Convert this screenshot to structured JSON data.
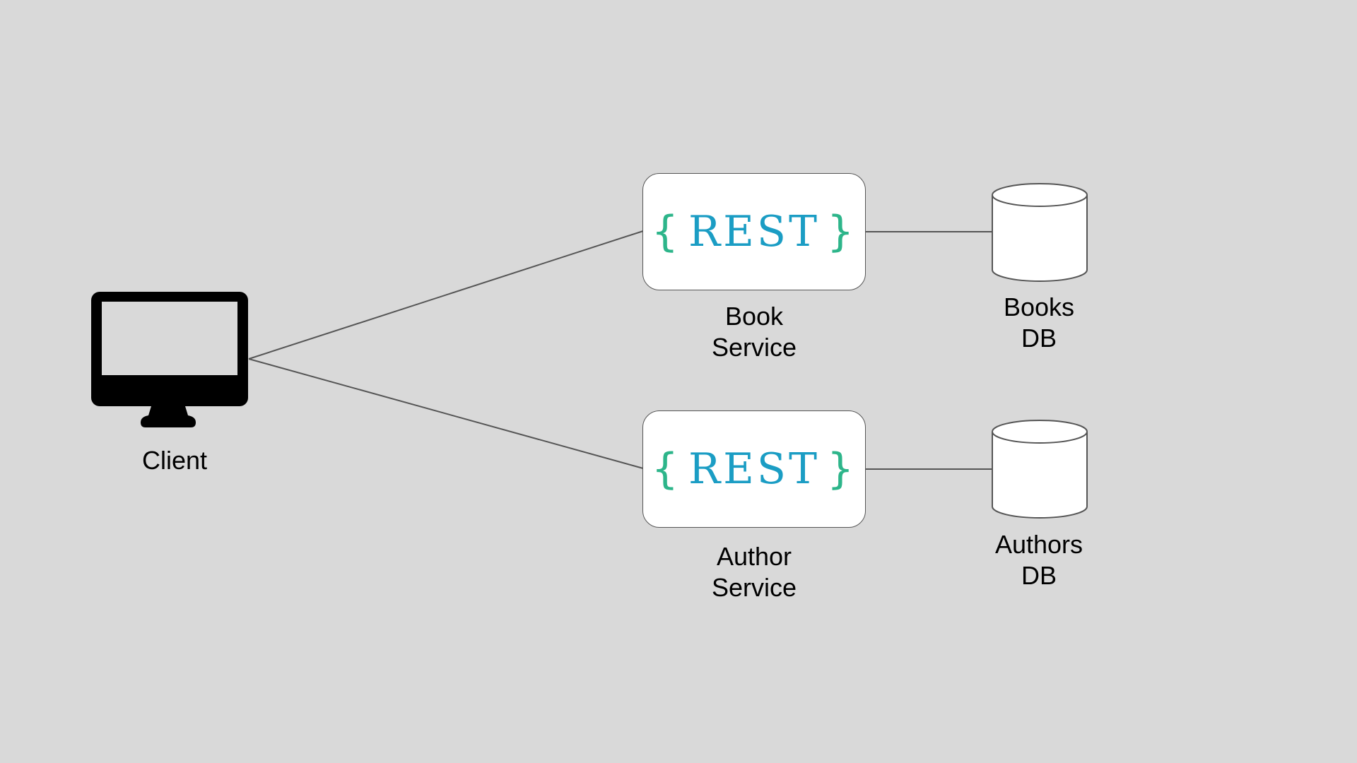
{
  "colors": {
    "background": "#d9d9d9",
    "rest_brace": "#2db58a",
    "rest_text": "#1b9dc4",
    "line": "#555555"
  },
  "client": {
    "label": "Client",
    "icon": "desktop-monitor-icon"
  },
  "services": [
    {
      "logo": {
        "open": "{",
        "text": "REST",
        "close": "}"
      },
      "label_line1": "Book",
      "label_line2": "Service"
    },
    {
      "logo": {
        "open": "{",
        "text": "REST",
        "close": "}"
      },
      "label_line1": "Author",
      "label_line2": "Service"
    }
  ],
  "databases": [
    {
      "label_line1": "Books",
      "label_line2": "DB",
      "icon": "database-cylinder-icon"
    },
    {
      "label_line1": "Authors",
      "label_line2": "DB",
      "icon": "database-cylinder-icon"
    }
  ]
}
